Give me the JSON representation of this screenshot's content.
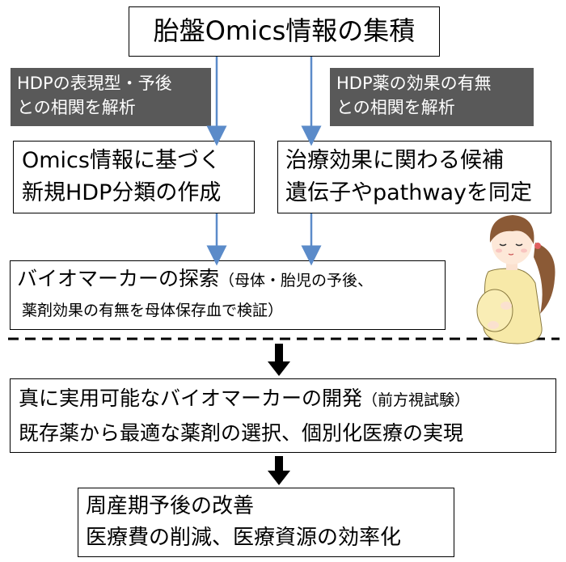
{
  "top_box": {
    "text": "胎盤Omics情報の集積"
  },
  "left_label": {
    "line1": "HDPの表現型・予後",
    "line2": "との相関を解析"
  },
  "right_label": {
    "line1": "HDP薬の効果の有無",
    "line2": "との相関を解析"
  },
  "left_box": {
    "line1": "Omics情報に基づく",
    "line2": "新規HDP分類の作成"
  },
  "right_box": {
    "line1": "治療効果に関わる候補",
    "line2": "遺伝子やpathwayを同定"
  },
  "biomarker_box": {
    "line1_main": "バイオマーカーの探索",
    "line1_sub": "（母体・胎児の予後、",
    "line2": "薬剤効果の有無を母体保存血で検証）"
  },
  "practical_box": {
    "line1_main": "真に実用可能なバイオマーカーの開発",
    "line1_sub": "（前方視試験）",
    "line2": "既存薬から最適な薬剤の選択、個別化医療の実現"
  },
  "outcome_box": {
    "line1": "周産期予後の改善",
    "line2": "医療費の削減、医療資源の効率化"
  },
  "colors": {
    "arrow_blue": "#5B8BC9",
    "label_gray": "#595959",
    "arrow_black": "#000000"
  },
  "icons": {
    "illustration": "pregnant-woman-icon"
  }
}
